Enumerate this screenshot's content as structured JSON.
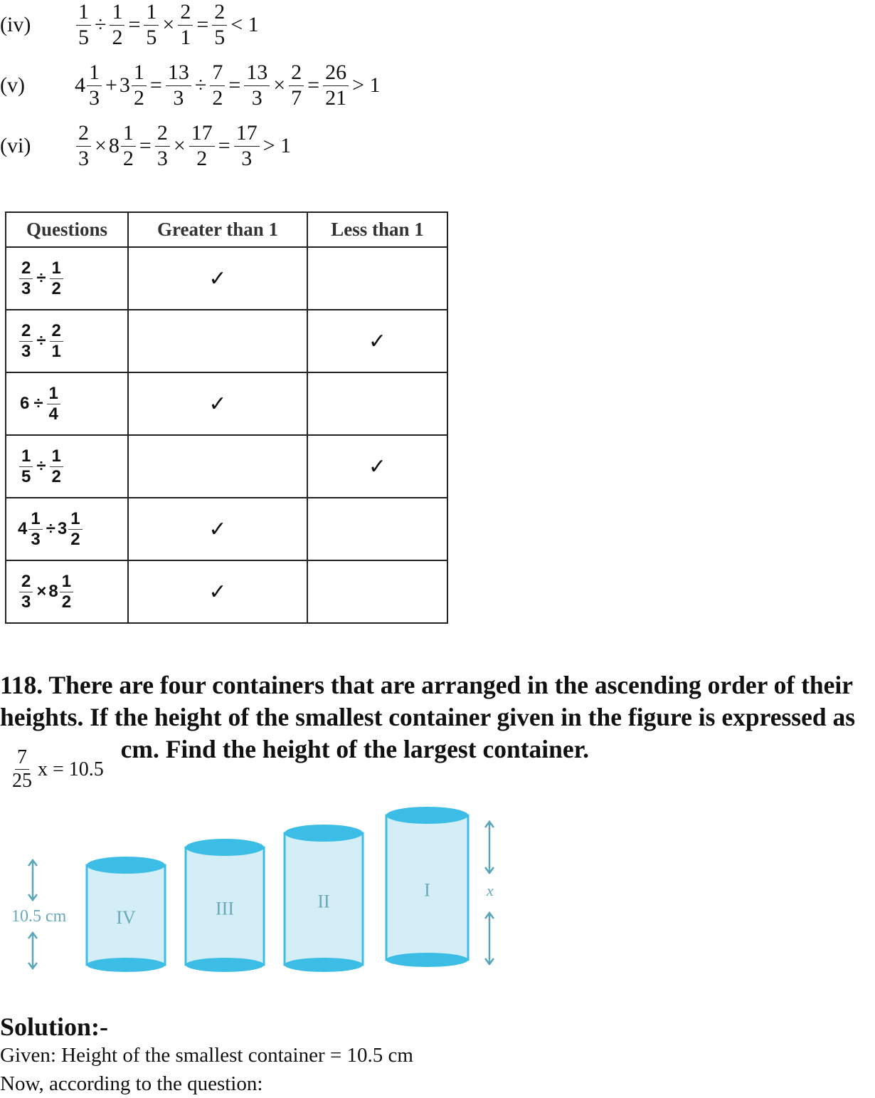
{
  "steps": [
    {
      "label": "(iv)",
      "expr": [
        {
          "n": "1",
          "d": "5"
        },
        "÷",
        {
          "n": "1",
          "d": "2"
        },
        "=",
        {
          "n": "1",
          "d": "5"
        },
        "×",
        {
          "n": "2",
          "d": "1"
        },
        "=",
        {
          "n": "2",
          "d": "5"
        },
        "< 1"
      ]
    },
    {
      "label": "(v)",
      "expr": [
        {
          "w": "4",
          "n": "1",
          "d": "3"
        },
        "+",
        {
          "w": "3",
          "n": "1",
          "d": "2"
        },
        "=",
        {
          "n": "13",
          "d": "3"
        },
        "÷",
        {
          "n": "7",
          "d": "2"
        },
        "=",
        {
          "n": "13",
          "d": "3"
        },
        "×",
        {
          "n": "2",
          "d": "7"
        },
        "=",
        {
          "n": "26",
          "d": "21"
        },
        "> 1"
      ]
    },
    {
      "label": "(vi)",
      "expr": [
        {
          "n": "2",
          "d": "3"
        },
        "×",
        {
          "w": "8",
          "n": "1",
          "d": "2"
        },
        "=",
        {
          "n": "2",
          "d": "3"
        },
        "×",
        {
          "n": "17",
          "d": "2"
        },
        "=",
        {
          "n": "17",
          "d": "3"
        },
        "> 1"
      ]
    }
  ],
  "table": {
    "headers": [
      "Questions",
      "Greater than 1",
      "Less than 1"
    ],
    "check": "✓",
    "rows": [
      {
        "expr": [
          {
            "n": "2",
            "d": "3"
          },
          "÷",
          {
            "n": "1",
            "d": "2"
          }
        ],
        "result": "greater"
      },
      {
        "expr": [
          {
            "n": "2",
            "d": "3"
          },
          "÷",
          {
            "n": "2",
            "d": "1"
          }
        ],
        "result": "less"
      },
      {
        "expr": [
          "6",
          "÷",
          {
            "n": "1",
            "d": "4"
          }
        ],
        "result": "greater"
      },
      {
        "expr": [
          {
            "n": "1",
            "d": "5"
          },
          "÷",
          {
            "n": "1",
            "d": "2"
          }
        ],
        "result": "less"
      },
      {
        "expr": [
          {
            "w": "4",
            "n": "1",
            "d": "3"
          },
          "÷",
          {
            "w": "3",
            "n": "1",
            "d": "2"
          }
        ],
        "result": "greater"
      },
      {
        "expr": [
          {
            "n": "2",
            "d": "3"
          },
          "×",
          {
            "w": "8",
            "n": "1",
            "d": "2"
          }
        ],
        "result": "greater"
      }
    ]
  },
  "question": {
    "text": "118. There are four containers that are arranged in the ascending order of their heights. If the height of the smallest container given in the figure is expressed as",
    "expr": [
      {
        "n": "7",
        "d": "25"
      },
      "x = 10.5"
    ],
    "text_end": "cm. Find the height of the largest container."
  },
  "figure": {
    "labels": [
      "IV",
      "III",
      "II",
      "I"
    ],
    "left_measure": "10.5 cm",
    "right_measure": "x",
    "color": "#3bbde6"
  },
  "solution": {
    "heading": "Solution:-",
    "lines": [
      "Given: Height of the smallest container = 10.5 cm",
      "Now, according to the question:"
    ]
  }
}
